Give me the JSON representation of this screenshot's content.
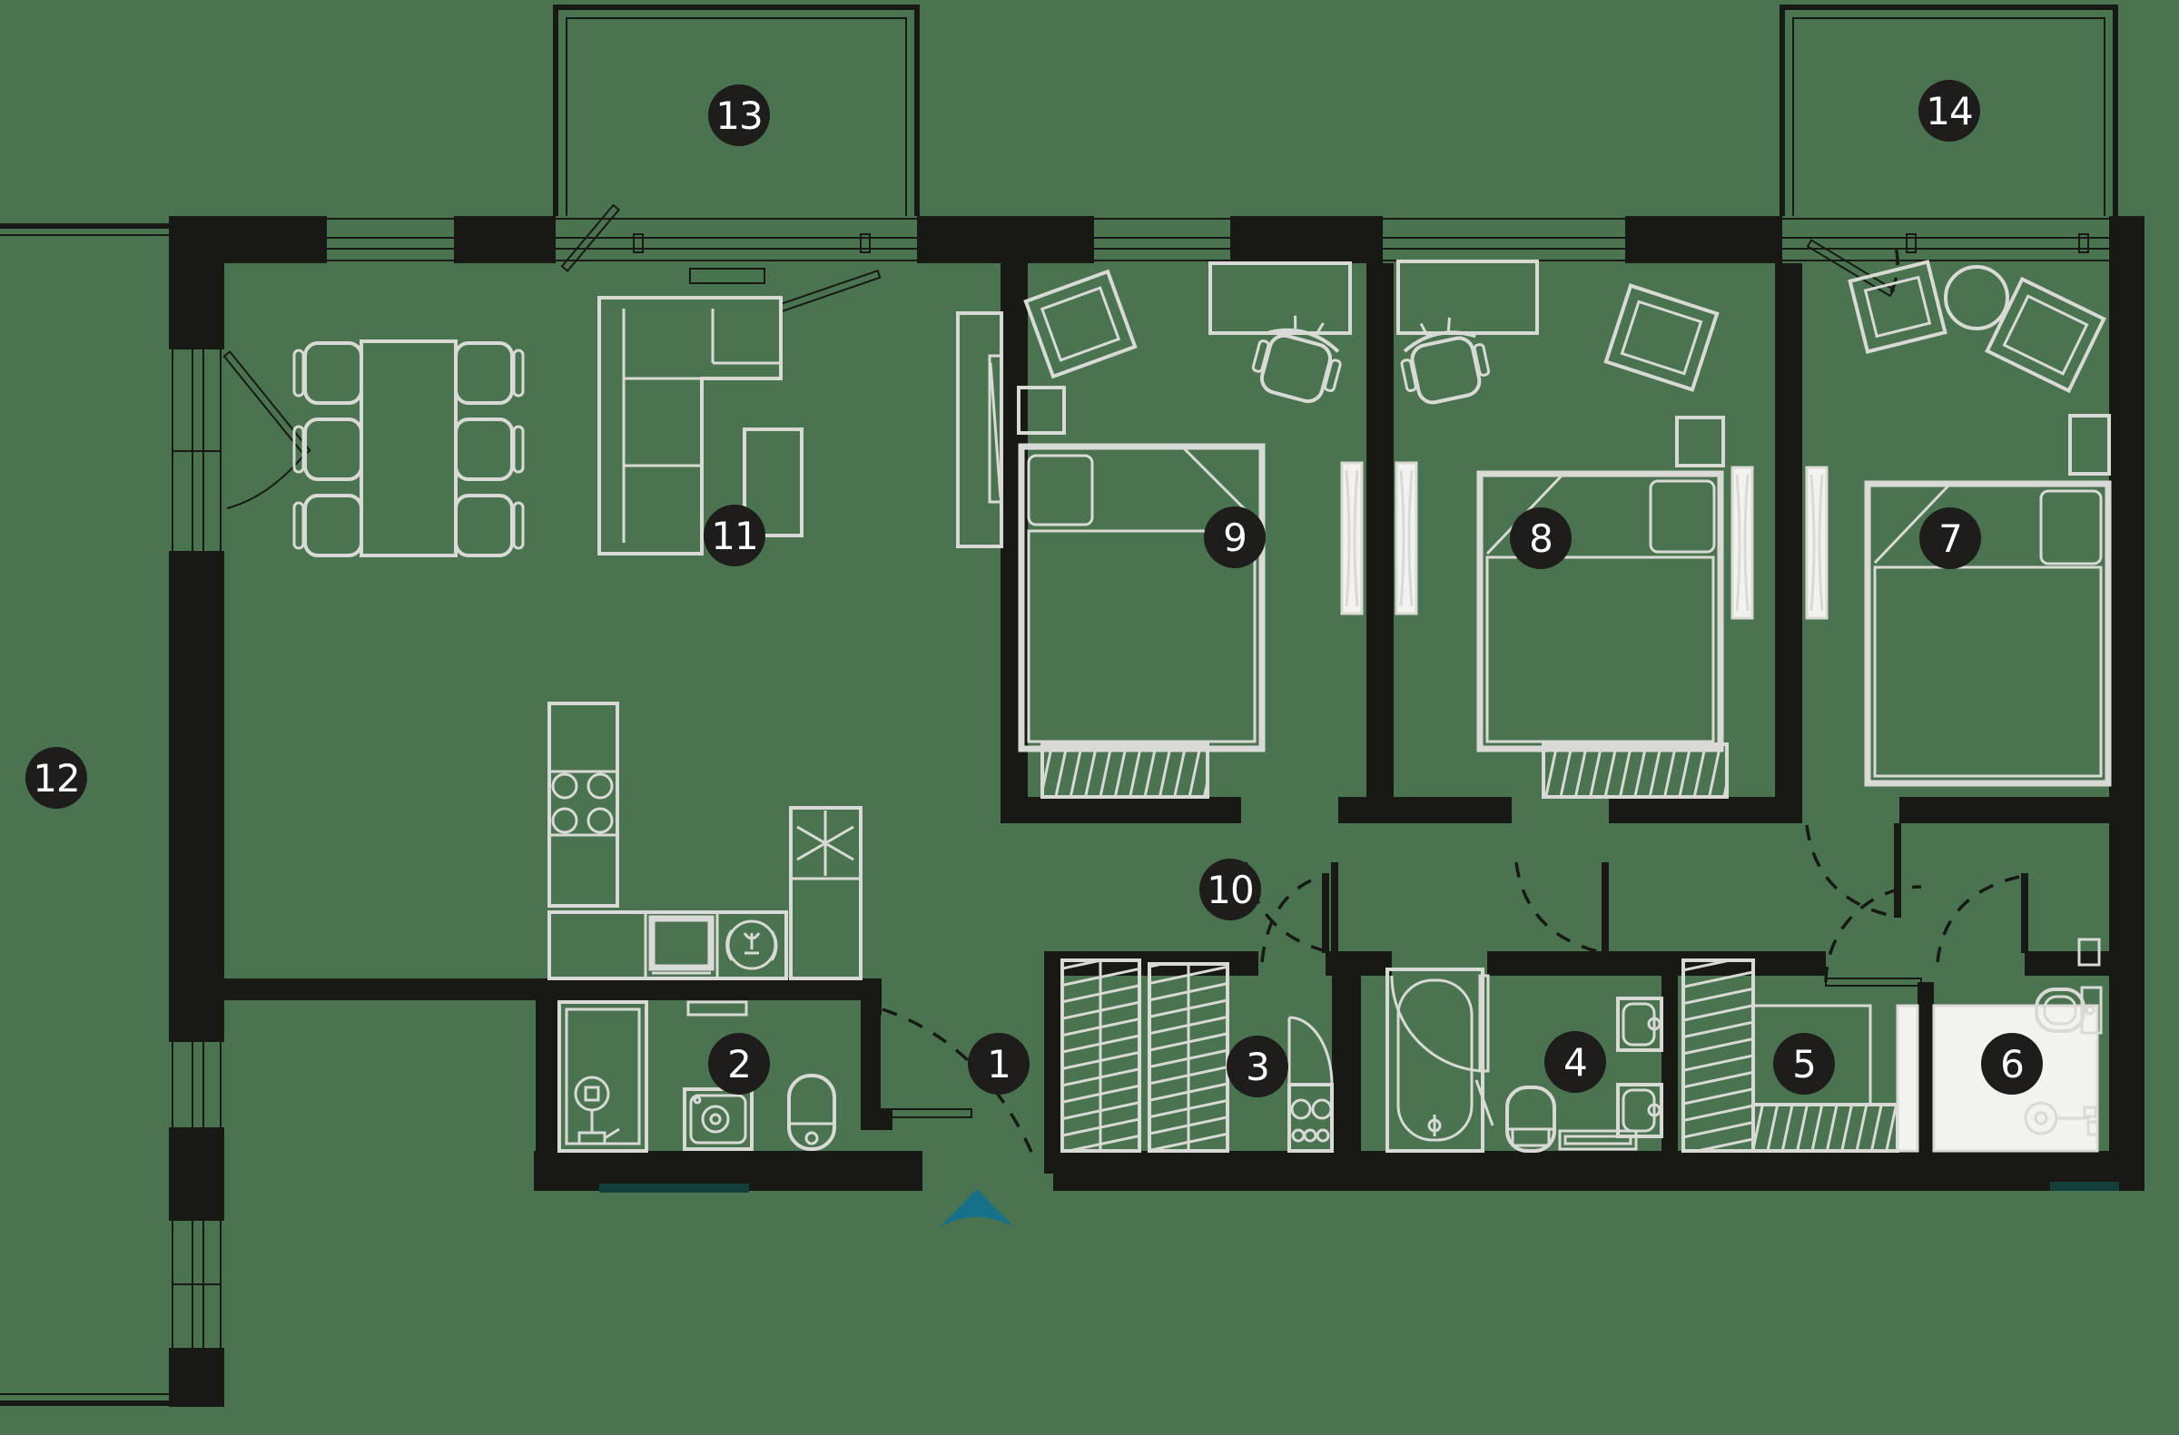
{
  "title": "Apartment floor plan",
  "colors": {
    "background": "#4a7450",
    "walls": "#181815",
    "furniture": "#d9d9d6",
    "floor_white": "#f2f2ee",
    "accent_teal": "#17708a",
    "accent_teal_dark": "#123f3b",
    "badge_bg": "#1e1d1b",
    "badge_text": "#ffffff"
  },
  "badges": {
    "b1": "1",
    "b2": "2",
    "b3": "3",
    "b4": "4",
    "b5": "5",
    "b6": "6",
    "b7": "7",
    "b8": "8",
    "b9": "9",
    "b10": "10",
    "b11": "11",
    "b12": "12",
    "b13": "13",
    "b14": "14"
  }
}
